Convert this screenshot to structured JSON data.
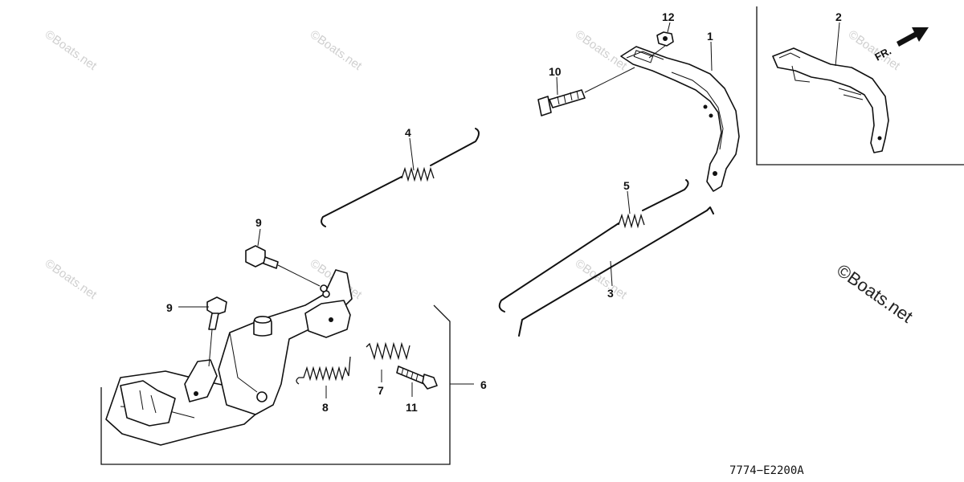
{
  "diagram": {
    "drawing_code": "7774−E2200A",
    "watermark": "©Boats.net",
    "direction_marker": "FR.",
    "callouts": {
      "c1": "1",
      "c2": "2",
      "c3": "3",
      "c4": "4",
      "c5": "5",
      "c6": "6",
      "c7": "7",
      "c8": "8",
      "c9a": "9",
      "c9b": "9",
      "c10": "10",
      "c11": "11",
      "c12": "12"
    }
  }
}
